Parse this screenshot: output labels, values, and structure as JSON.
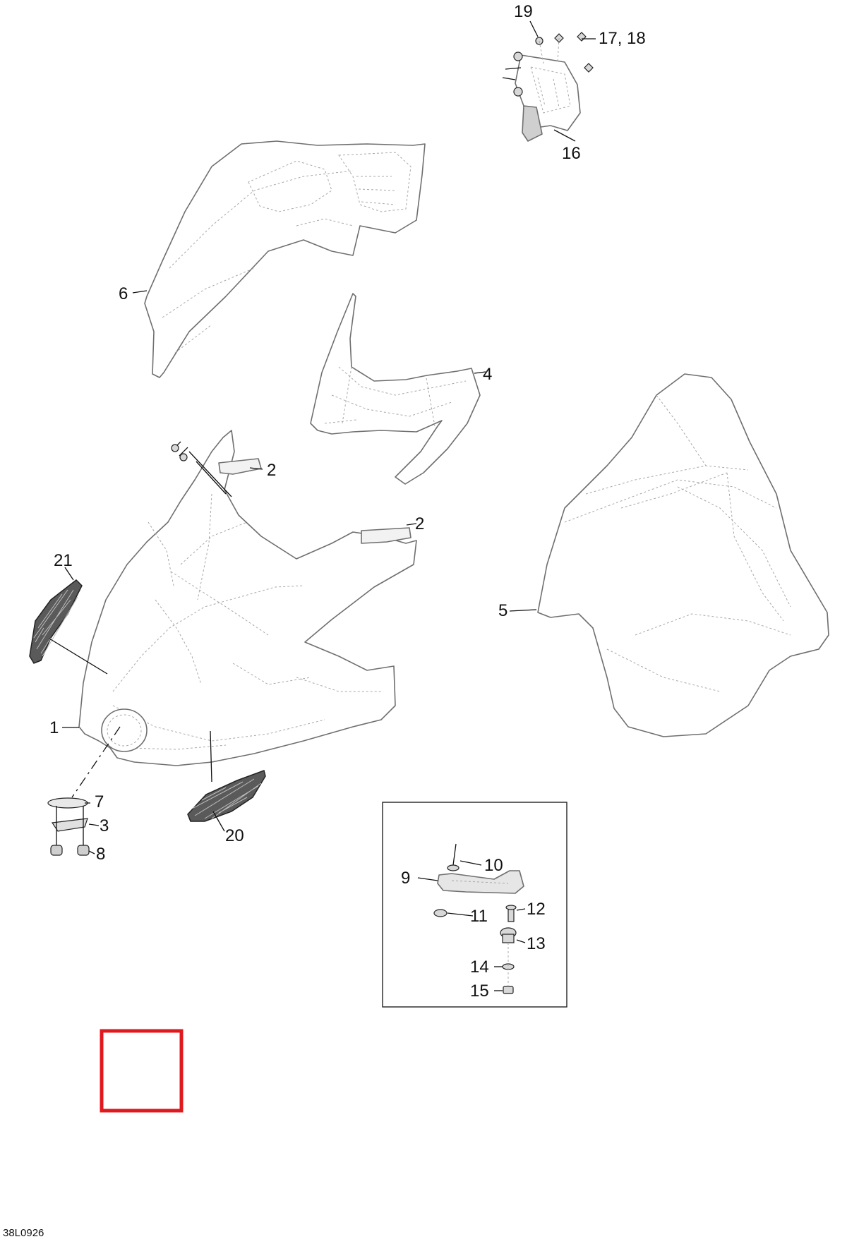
{
  "callouts": {
    "c1": "1",
    "c2a": "2",
    "c2b": "2",
    "c3": "3",
    "c4": "4",
    "c5": "5",
    "c6": "6",
    "c7": "7",
    "c8": "8",
    "c9": "9",
    "c10": "10",
    "c11": "11",
    "c12": "12",
    "c13": "13",
    "c14": "14",
    "c15": "15",
    "c16": "16",
    "c17_18": "17, 18",
    "c19": "19",
    "c20": "20",
    "c21": "21"
  },
  "drawing_code": "38L0926",
  "highlight_color": "#e0191f"
}
